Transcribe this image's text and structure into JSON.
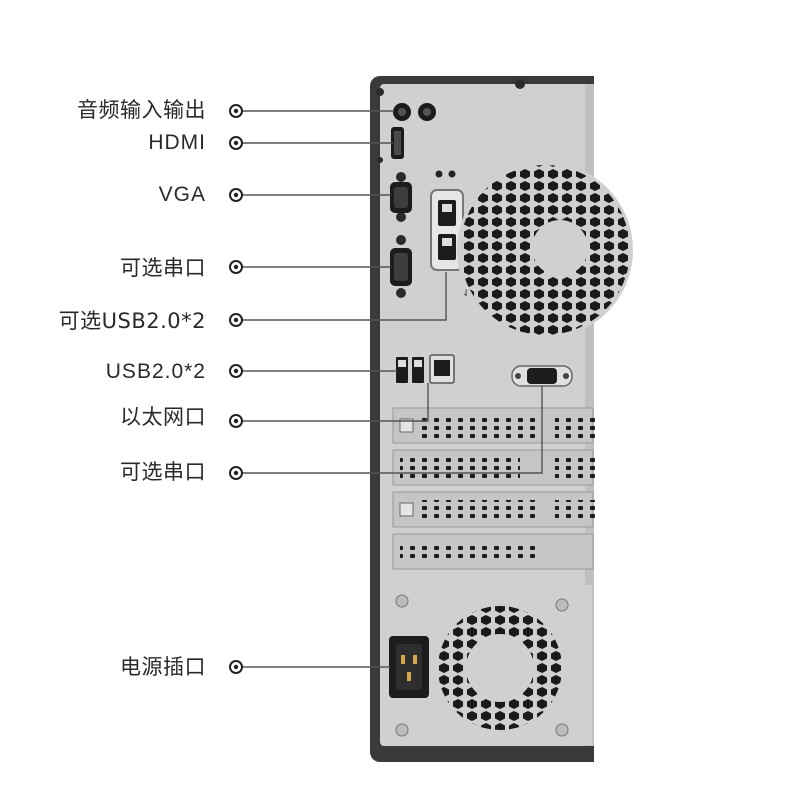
{
  "callouts": [
    {
      "id": "audio",
      "label": "音频输入输出"
    },
    {
      "id": "hdmi",
      "label": "HDMI"
    },
    {
      "id": "vga",
      "label": "VGA"
    },
    {
      "id": "serial-optional-1",
      "label": "可选串口"
    },
    {
      "id": "usb-optional",
      "label": "可选USB2.0*2"
    },
    {
      "id": "usb",
      "label": "USB2.0*2"
    },
    {
      "id": "ethernet",
      "label": "以太网口"
    },
    {
      "id": "serial-optional-2",
      "label": "可选串口"
    },
    {
      "id": "power",
      "label": "电源插口"
    }
  ],
  "colors": {
    "chassis_frame": "#3b3b3b",
    "panel": "#cfd0d2",
    "port_black": "#1c1c1c",
    "line": "#555555"
  }
}
